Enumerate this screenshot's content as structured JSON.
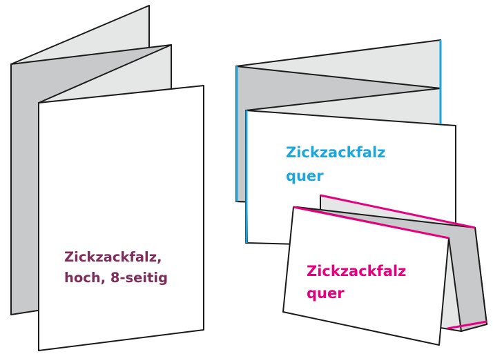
{
  "colors": {
    "panel_front": "#ffffff",
    "panel_back": "#e5e6e6",
    "panel_shadow": "#c8c9cb",
    "outline": "#1a1a1a",
    "portrait_label": "#7b2d5c",
    "landscape_blue": "#1ea5dc",
    "landscape_magenta": "#e5007e"
  },
  "brochures": {
    "portrait": {
      "label_line1": "Zickzackfalz,",
      "label_line2": "hoch, 8-seitig"
    },
    "landscape_large": {
      "label_line1": "Zickzackfalz",
      "label_line2": "quer"
    },
    "landscape_small": {
      "label_line1": "Zickzackfalz",
      "label_line2": "quer"
    }
  }
}
